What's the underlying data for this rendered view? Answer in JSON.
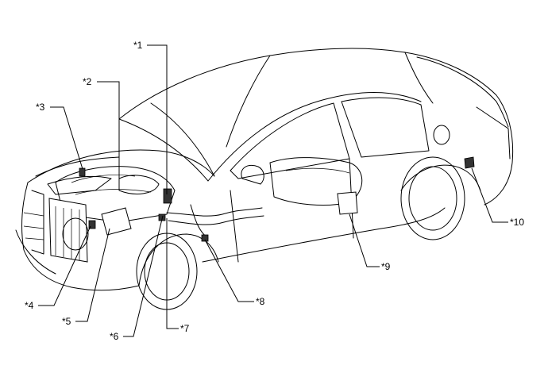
{
  "diagram": {
    "callouts": [
      {
        "id": "c1",
        "label": "*1"
      },
      {
        "id": "c2",
        "label": "*2"
      },
      {
        "id": "c3",
        "label": "*3"
      },
      {
        "id": "c4",
        "label": "*4"
      },
      {
        "id": "c5",
        "label": "*5"
      },
      {
        "id": "c6",
        "label": "*6"
      },
      {
        "id": "c7",
        "label": "*7"
      },
      {
        "id": "c8",
        "label": "*8"
      },
      {
        "id": "c9",
        "label": "*9"
      },
      {
        "id": "c10",
        "label": "*10"
      }
    ]
  }
}
